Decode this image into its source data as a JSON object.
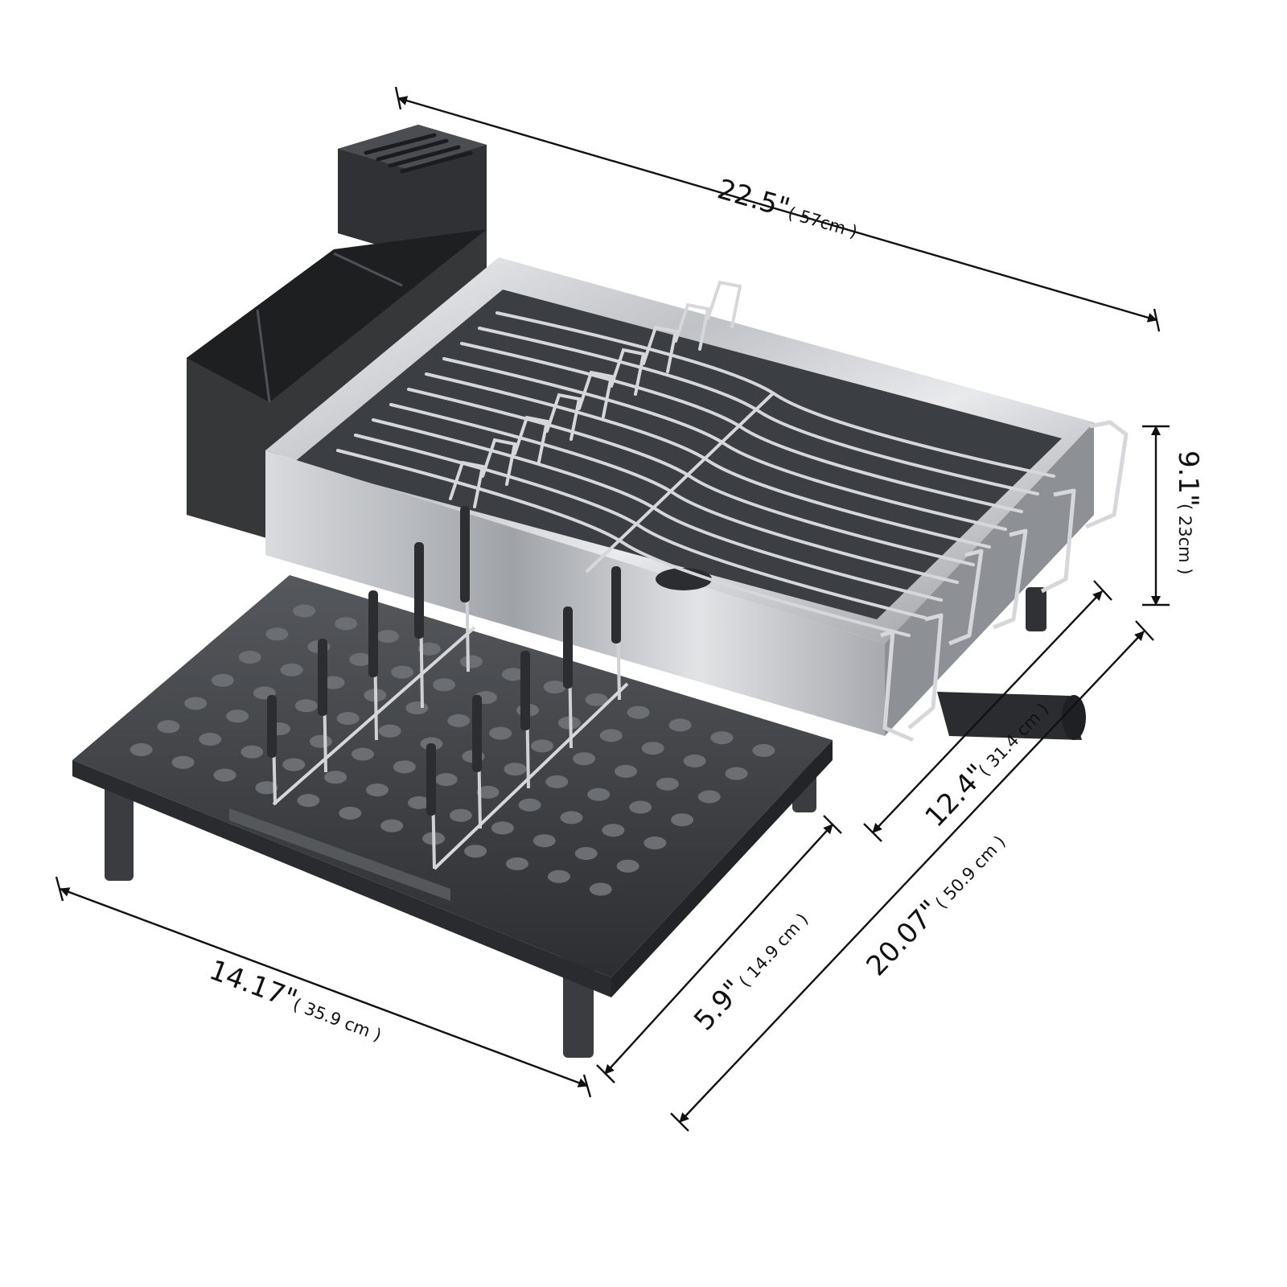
{
  "dimensions": {
    "width_top": {
      "main": "22.5\"",
      "sub": "( 57cm )"
    },
    "height_right": {
      "main": "9.1\"",
      "sub": "( 23cm )"
    },
    "depth_rack": {
      "main": "12.4\"",
      "sub": "( 31.4 cm )"
    },
    "depth_total": {
      "main": "20.07\"",
      "sub": "( 50.9 cm )"
    },
    "tray_width": {
      "main": "14.17\"",
      "sub": "( 35.9 cm )"
    },
    "tray_depth": {
      "main": "5.9\"",
      "sub": "( 14.9 cm )"
    }
  },
  "colors": {
    "background": "#ffffff",
    "stainless": "#c9cbce",
    "plastic_dark": "#3b3d40",
    "wire": "#d8d9db",
    "line": "#111111"
  }
}
